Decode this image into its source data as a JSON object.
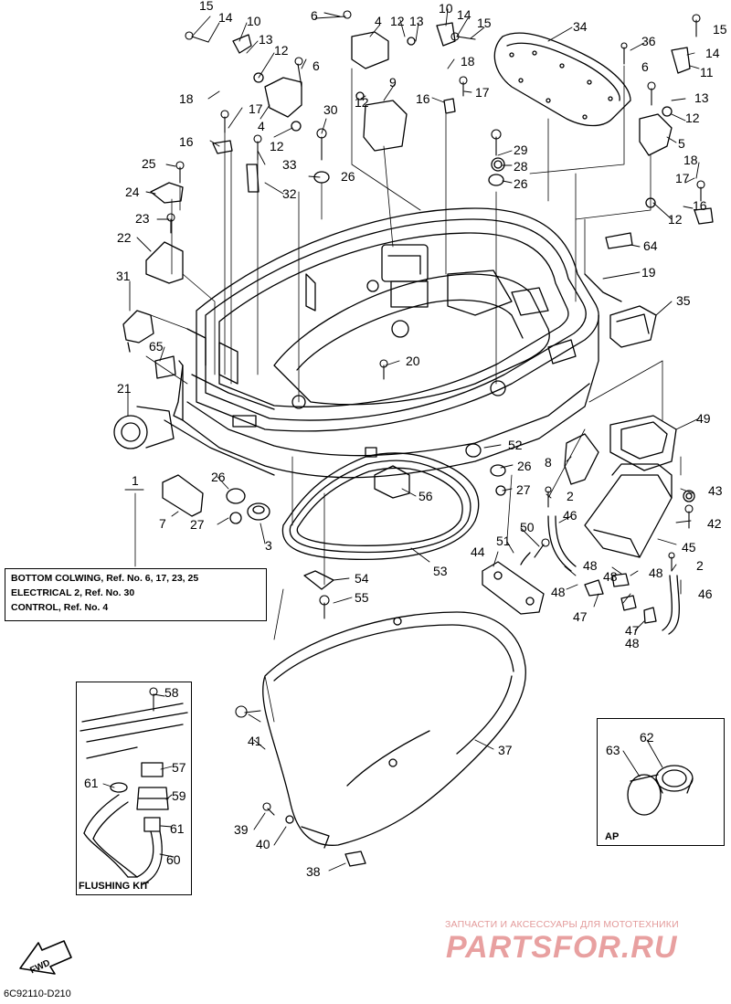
{
  "callouts": [
    "1",
    "2",
    "3",
    "4",
    "5",
    "6",
    "7",
    "8",
    "9",
    "10",
    "11",
    "12",
    "13",
    "14",
    "15",
    "16",
    "17",
    "18",
    "19",
    "20",
    "21",
    "22",
    "23",
    "24",
    "25",
    "26",
    "27",
    "28",
    "29",
    "30",
    "31",
    "32",
    "33",
    "34",
    "35",
    "36",
    "37",
    "38",
    "39",
    "40",
    "41",
    "42",
    "43",
    "44",
    "45",
    "46",
    "47",
    "48",
    "49",
    "50",
    "51",
    "52",
    "53",
    "54",
    "55",
    "56",
    "57",
    "58",
    "59",
    "60",
    "61",
    "62",
    "63",
    "64",
    "65"
  ],
  "reference_note": {
    "line1": "BOTTOM COLWING, Ref. No. 6, 17, 23, 25",
    "line2": "ELECTRICAL 2, Ref. No. 30",
    "line3": "CONTROL, Ref. No. 4"
  },
  "flushing_kit_label": "FLUSHING KIT",
  "ap_label": "AP",
  "fwd_label": "FWD",
  "diagram_code": "6C92110-D210",
  "watermark": {
    "line1": "ЗАПЧАСТИ И АКСЕССУАРЫ ДЛЯ МОТОТЕХНИКИ",
    "line2": "PARTSFOR.RU"
  },
  "colors": {
    "ink": "#000000",
    "watermark": "#e8a0a0"
  }
}
